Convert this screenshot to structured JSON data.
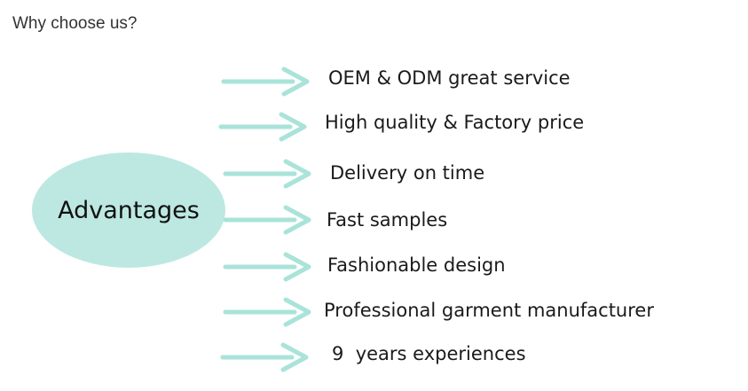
{
  "heading": "Why choose us?",
  "hub": {
    "label": "Advantages",
    "color": "#bde8e2"
  },
  "arrow_color": "#a9e3d9",
  "items": [
    {
      "label": "OEM & ODM great service"
    },
    {
      "label": "High quality & Factory price"
    },
    {
      "label": "Delivery on time"
    },
    {
      "label": "Fast samples"
    },
    {
      "label": "Fashionable design"
    },
    {
      "label": "Professional garment manufacturer"
    },
    {
      "label": "9  years experiences"
    }
  ]
}
